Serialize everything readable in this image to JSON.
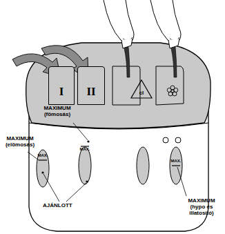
{
  "diagram": {
    "nodes": [
      {
        "text": [
          "I"
        ]
      },
      {
        "text": [
          "II"
        ]
      },
      {
        "text": [
          "cl"
        ]
      }
    ],
    "labels": [
      "MAXIMUM (fömosás)",
      "MAXIMUM (elömosás)",
      "AJÁNLOTT",
      "MAXIMUM (hypo és illatosító)",
      "MAX.",
      "MAX.",
      "MAX."
    ]
  }
}
